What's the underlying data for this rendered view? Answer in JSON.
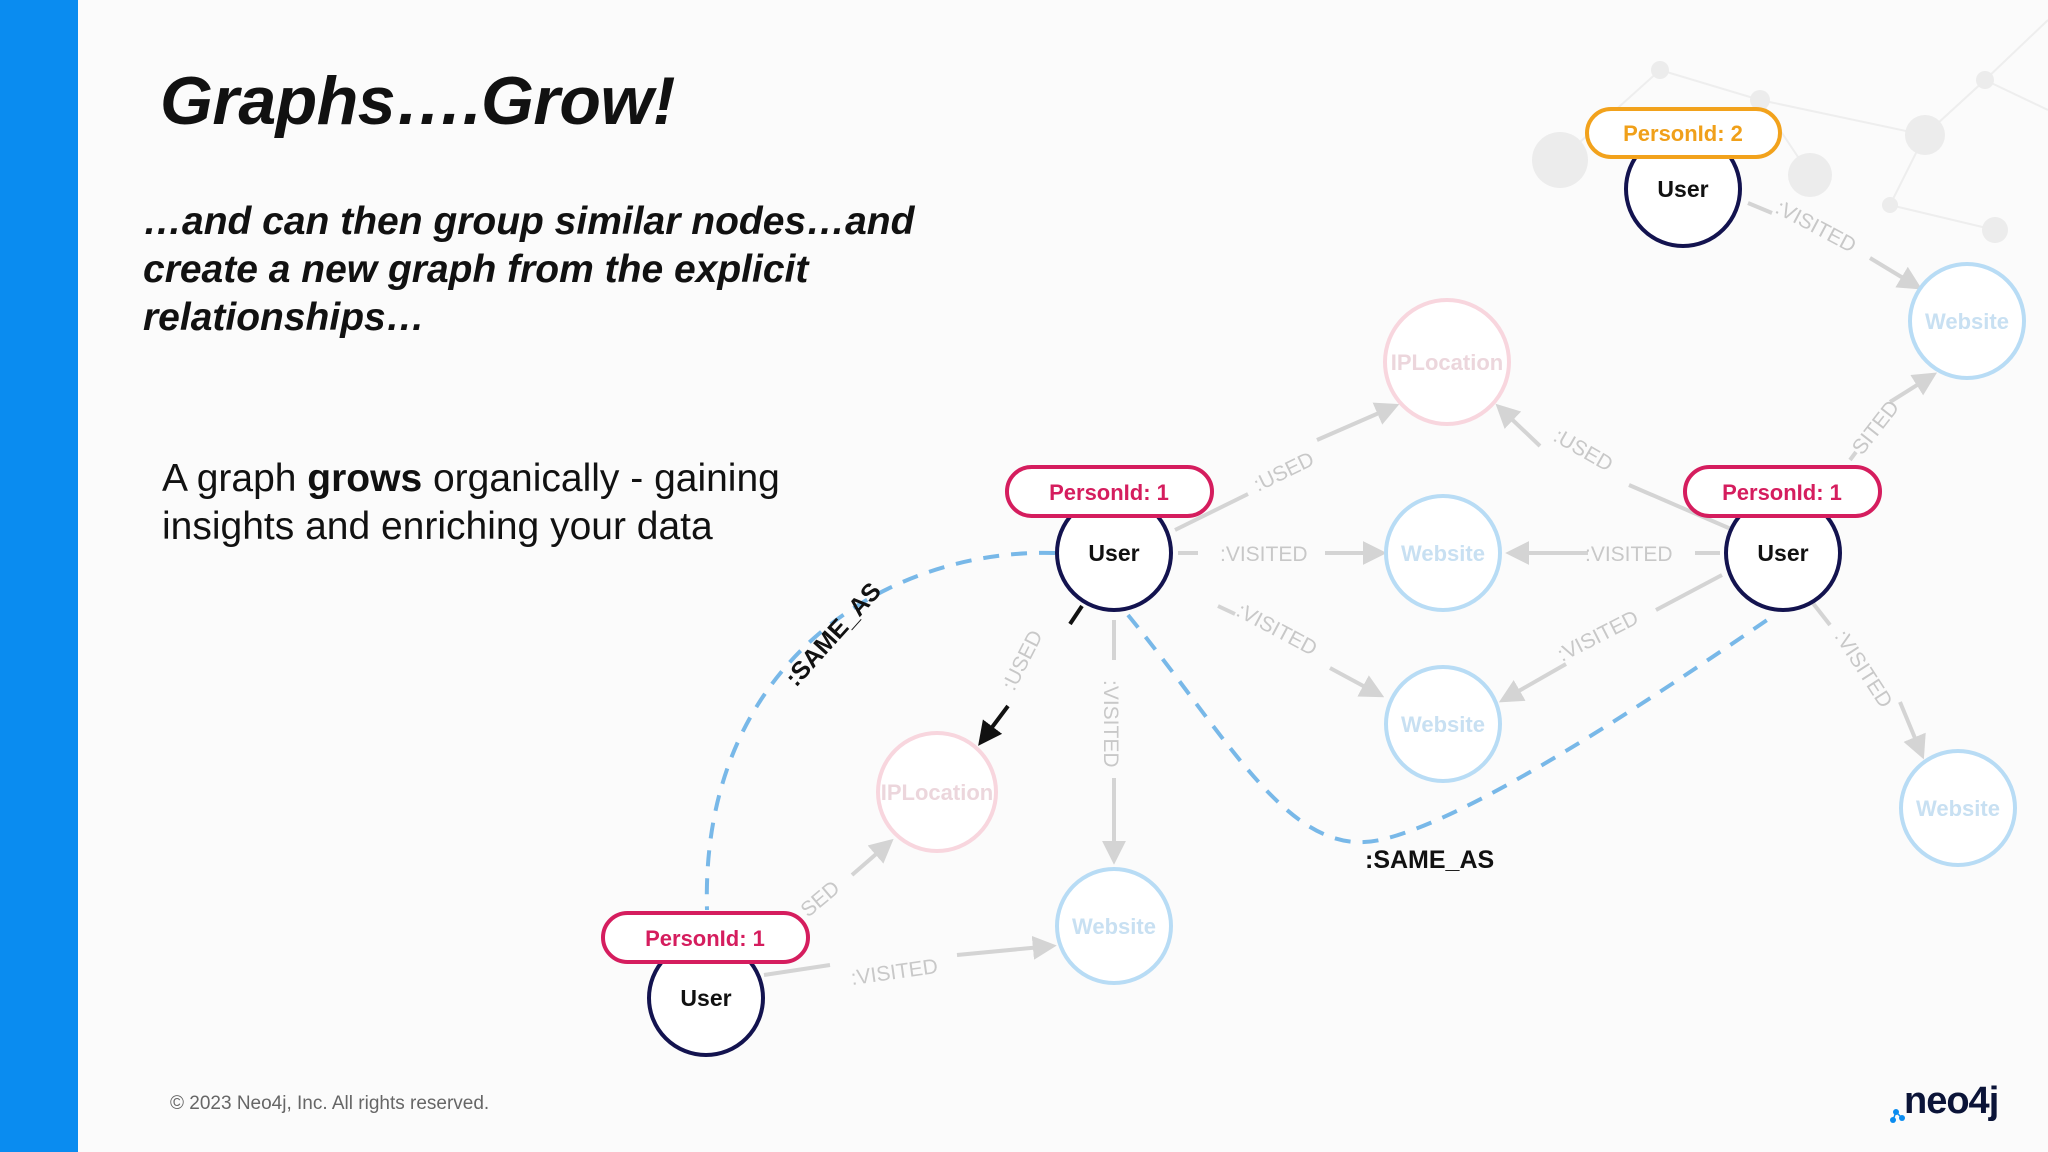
{
  "slide": {
    "title": "Graphs….Grow!",
    "subtitle": "…and can then group similar nodes…and create a new graph from the explicit relationships…",
    "body_prefix": "A graph ",
    "body_bold": "grows",
    "body_suffix": " organically - gaining insights and enriching your data",
    "copyright": "© 2023 Neo4j, Inc. All rights reserved.",
    "logo_text": "neo4j"
  },
  "colors": {
    "accent_bar": "#0a8cf0",
    "user_stroke": "#13134f",
    "person_pink": "#d51d5e",
    "person_orange": "#f2a21c",
    "website_stroke": "#b8dcf5",
    "iplocation_stroke": "#f8d6de",
    "same_as": "#78b8e8"
  },
  "diagram": {
    "person_labels": {
      "bottom_left": "PersonId: 1",
      "center": "PersonId: 1",
      "right": "PersonId: 1",
      "top_right": "PersonId: 2"
    },
    "node_labels": {
      "user": "User",
      "website": "Website",
      "iplocation": "IPLocation"
    },
    "relationships": {
      "used": ":USED",
      "used_partial": "SED",
      "visited": ":VISITED",
      "visited_partial": "SITED",
      "same_as": ":SAME_AS"
    }
  }
}
